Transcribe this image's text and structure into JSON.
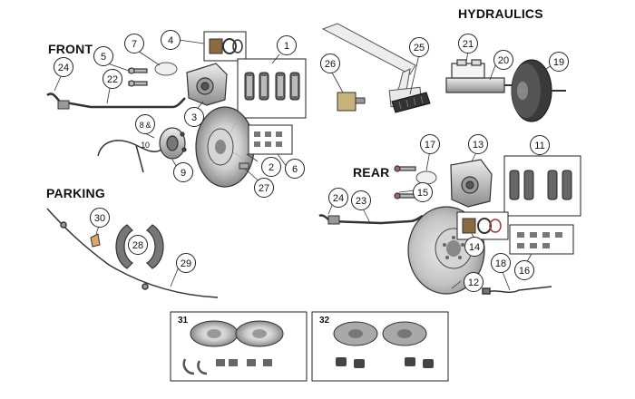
{
  "sections": {
    "front": "FRONT",
    "hydraulics": "HYDRAULICS",
    "rear": "REAR",
    "parking": "PARKING"
  },
  "callouts": [
    "1",
    "2",
    "3",
    "4",
    "5",
    "7",
    "8 & 10",
    "6",
    "9",
    "22",
    "24",
    "27",
    "26",
    "25",
    "21",
    "20",
    "19",
    "17",
    "13",
    "11",
    "15",
    "23",
    "24",
    "14",
    "16",
    "18",
    "12",
    "30",
    "28",
    "29"
  ],
  "kits": [
    "31",
    "32"
  ],
  "colors": {
    "line": "#222222",
    "rotor": "#b9b9b9",
    "rotor_dark": "#7d7d7d",
    "part_fill": "#d8d8d8"
  }
}
